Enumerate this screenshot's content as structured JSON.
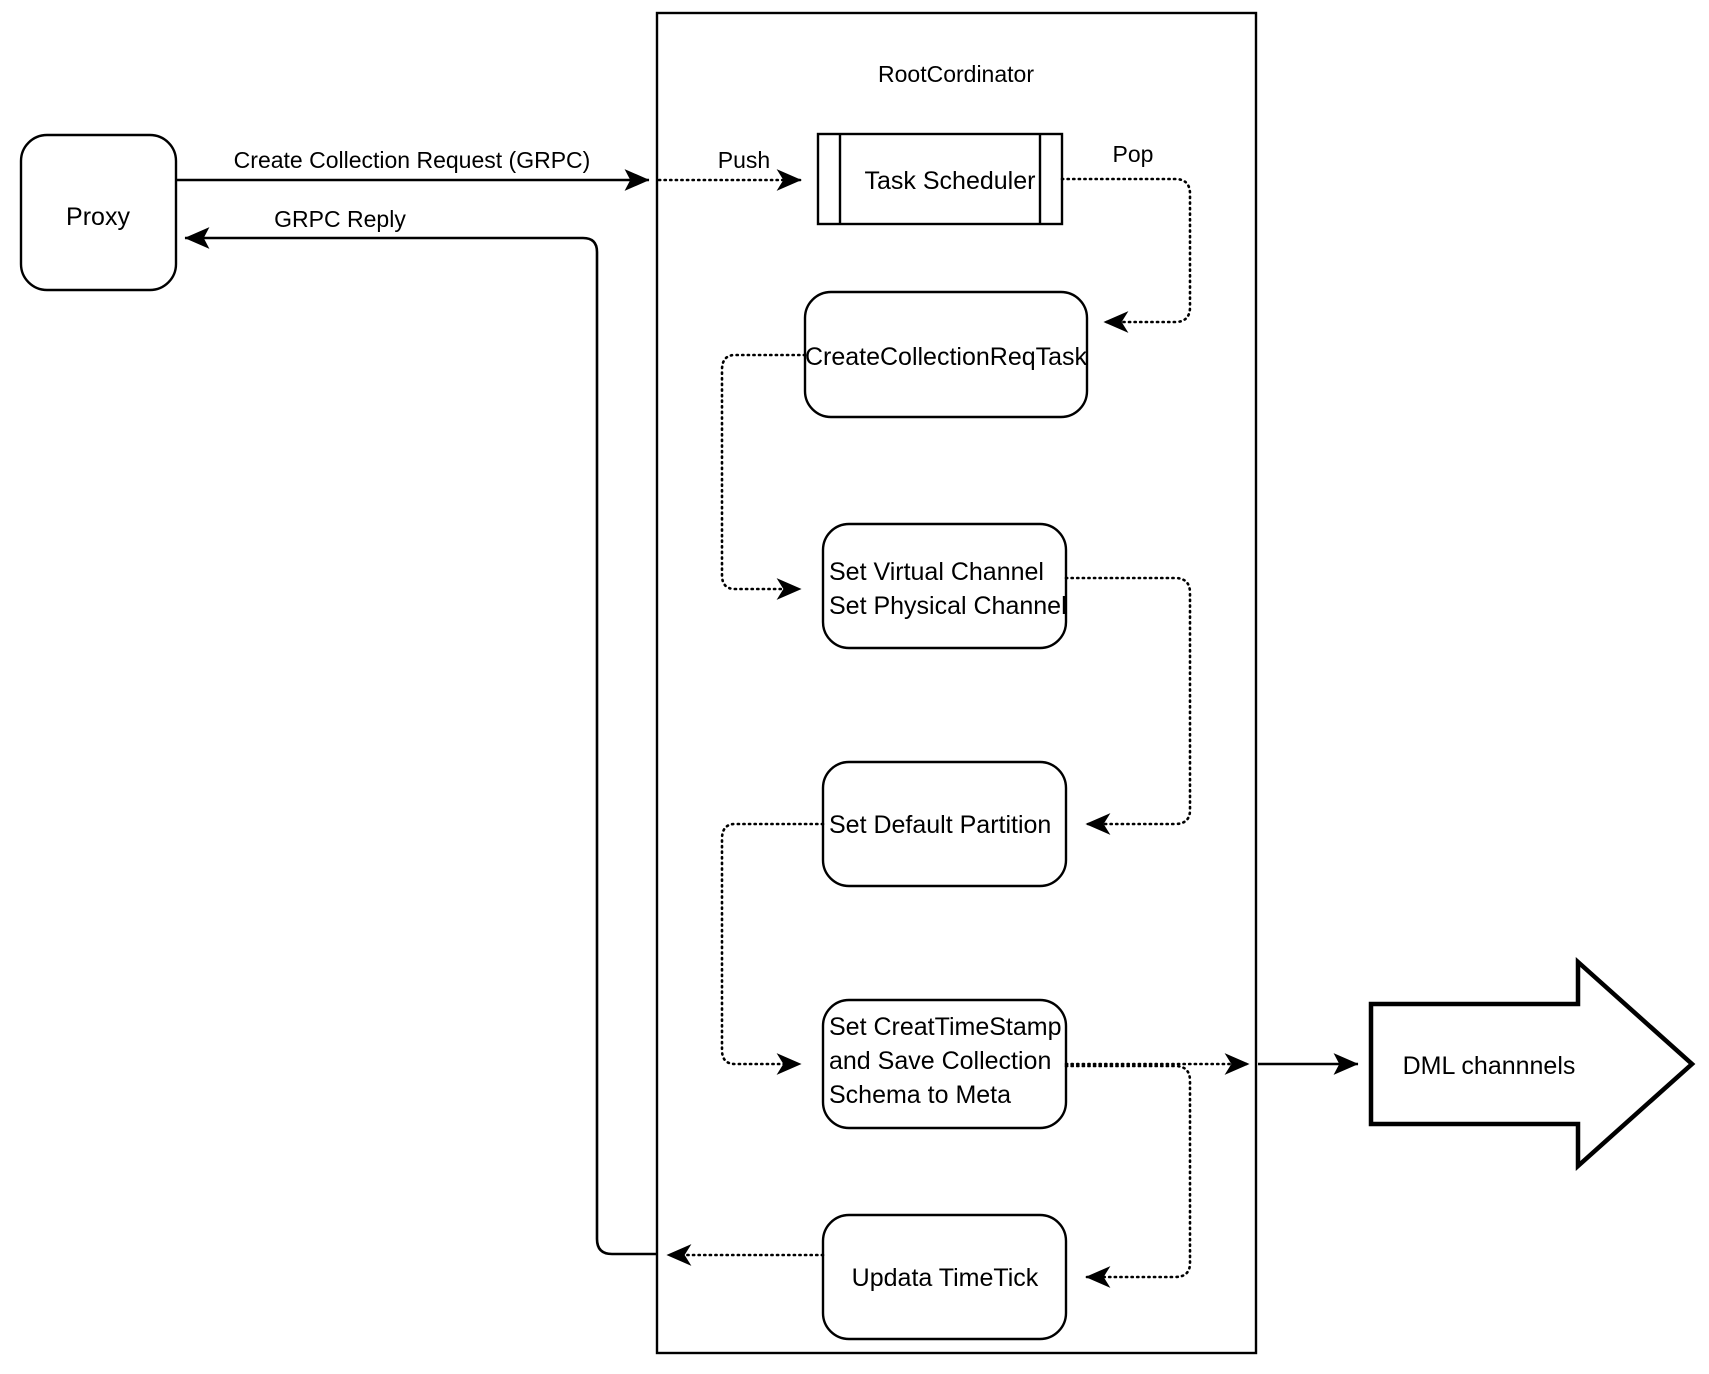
{
  "diagram": {
    "title_visible": false,
    "colors": {
      "stroke": "#000000",
      "fill": "#ffffff",
      "background": "#ffffff"
    },
    "containers": [
      {
        "id": "rootcordinator",
        "label": "RootCordinator",
        "shape": "rectangle"
      }
    ],
    "nodes": [
      {
        "id": "proxy",
        "label": "Proxy",
        "shape": "rounded-rectangle"
      },
      {
        "id": "task-scheduler",
        "label": "Task Scheduler",
        "shape": "queue"
      },
      {
        "id": "create-collection-req-task",
        "label": "CreateCollectionReqTask",
        "shape": "rounded-rectangle"
      },
      {
        "id": "set-channel",
        "label_line_1": "Set Virtual Channel",
        "label_line_2": "Set Physical Channel",
        "shape": "rounded-rectangle"
      },
      {
        "id": "set-default-partition",
        "label": "Set Default Partition",
        "shape": "rounded-rectangle"
      },
      {
        "id": "set-createtimestamp",
        "label_line_1": "Set CreatTimeStamp",
        "label_line_2": "and Save Collection",
        "label_line_3": "Schema to Meta",
        "shape": "rounded-rectangle"
      },
      {
        "id": "update-timetick",
        "label": "Updata TimeTick",
        "shape": "rounded-rectangle"
      },
      {
        "id": "dml-channels",
        "label": "DML channnels",
        "shape": "block-arrow-right"
      }
    ],
    "edges": [
      {
        "id": "proxy-to-rootcord",
        "label": "Create Collection Request (GRPC)",
        "style": "solid",
        "from": "proxy",
        "to": "rootcordinator"
      },
      {
        "id": "push",
        "label": "Push",
        "style": "dotted",
        "from": "rootcordinator-border",
        "to": "task-scheduler"
      },
      {
        "id": "pop",
        "label": "Pop",
        "style": "dotted",
        "from": "task-scheduler",
        "to": "create-collection-req-task"
      },
      {
        "id": "task-to-channel",
        "label": "",
        "style": "dotted",
        "from": "create-collection-req-task",
        "to": "set-channel"
      },
      {
        "id": "channel-to-partition",
        "label": "",
        "style": "dotted",
        "from": "set-channel",
        "to": "set-default-partition"
      },
      {
        "id": "partition-to-timestamp",
        "label": "",
        "style": "dotted",
        "from": "set-default-partition",
        "to": "set-createtimestamp"
      },
      {
        "id": "timestamp-to-dml",
        "label": "",
        "style": "dotted-then-solid",
        "from": "set-createtimestamp",
        "to": "dml-channels"
      },
      {
        "id": "timestamp-to-timetick",
        "label": "",
        "style": "dotted",
        "from": "set-createtimestamp",
        "to": "update-timetick"
      },
      {
        "id": "timetick-to-reply",
        "label": "",
        "style": "dotted",
        "from": "update-timetick",
        "to": "rootcordinator-border"
      },
      {
        "id": "grpc-reply",
        "label": "GRPC Reply",
        "style": "solid",
        "from": "rootcordinator",
        "to": "proxy"
      }
    ]
  }
}
